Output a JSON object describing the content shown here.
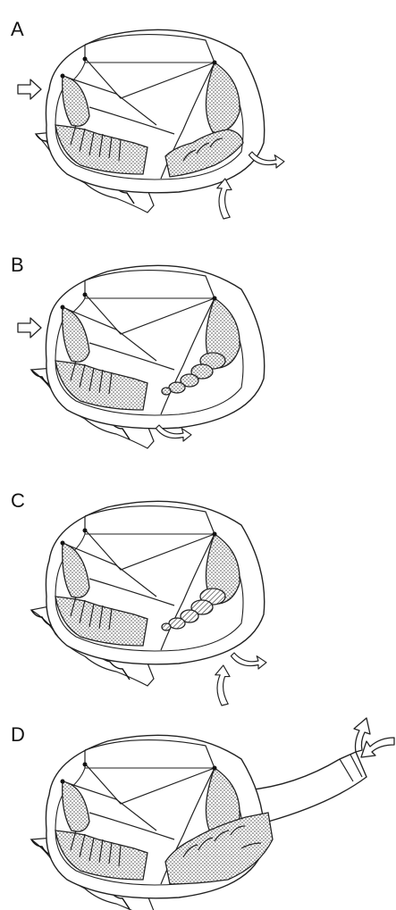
{
  "panels": [
    {
      "id": "A",
      "label": "A",
      "variant": "inflow-outflow-closed"
    },
    {
      "id": "B",
      "label": "B",
      "variant": "inflow-open"
    },
    {
      "id": "C",
      "label": "C",
      "variant": "outflow-closed"
    },
    {
      "id": "D",
      "label": "D",
      "variant": "tube-extension"
    }
  ],
  "colors": {
    "stroke": "#222222",
    "dots": "#555555",
    "background": "#ffffff"
  }
}
